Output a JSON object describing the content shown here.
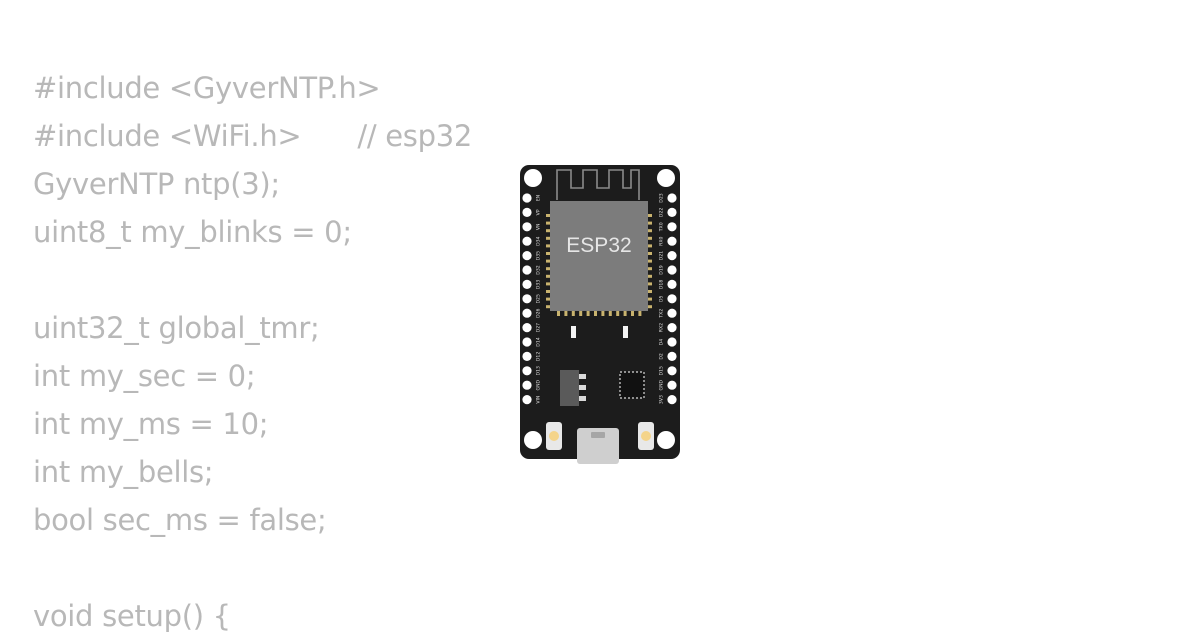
{
  "code": {
    "lines": [
      "#include <GyverNTP.h>",
      "#include <WiFi.h>",
      "GyverNTP ntp(3);",
      "uint8_t my_blinks = 0;",
      "",
      "uint32_t global_tmr;",
      "int my_sec = 0;",
      "int my_ms = 10;",
      "int my_bells;",
      "bool sec_ms = false;",
      "",
      "void setup() {"
    ],
    "line2_comment": "// esp32"
  },
  "board": {
    "chip_label": "ESP32",
    "left_pins": [
      "EN",
      "VP",
      "VN",
      "D34",
      "D35",
      "D32",
      "D33",
      "D25",
      "D26",
      "D27",
      "D14",
      "D12",
      "D13",
      "GND",
      "VIN"
    ],
    "right_pins": [
      "D23",
      "D22",
      "TX0",
      "RX0",
      "D21",
      "D19",
      "D18",
      "D5",
      "TX2",
      "RX2",
      "D4",
      "D2",
      "D15",
      "GND",
      "3V3"
    ]
  },
  "colors": {
    "code_text": "#b8b8b8",
    "board_body": "#1c1c1c",
    "chip_shield": "#7c7c7c",
    "chip_pads": "#c9b36e"
  }
}
